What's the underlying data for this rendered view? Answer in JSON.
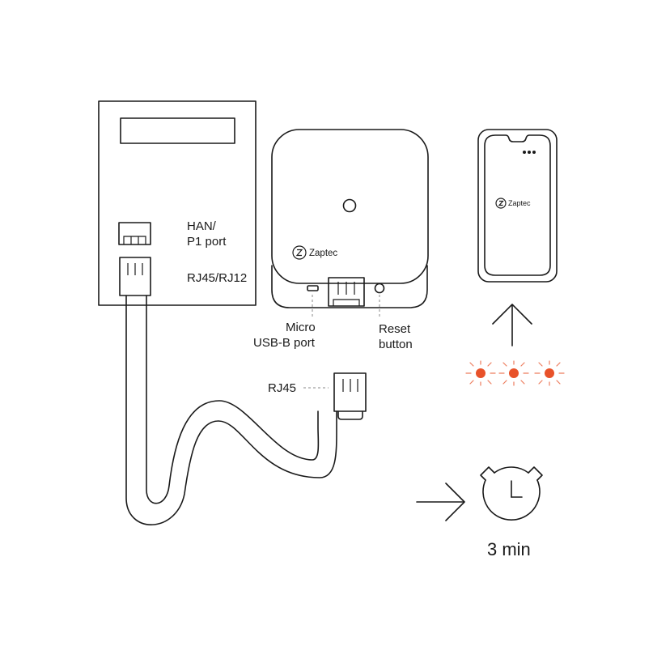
{
  "meter": {
    "han_port_label_line1": "HAN/",
    "han_port_label_line2": "P1 port",
    "rj_port_label": "RJ45/RJ12"
  },
  "device": {
    "brand": "Zaptec",
    "micro_usb_label_line1": "Micro",
    "micro_usb_label_line2": "USB-B port",
    "reset_label_line1": "Reset",
    "reset_label_line2": "button"
  },
  "cable": {
    "connector_label": "RJ45"
  },
  "phone": {
    "brand": "Zaptec"
  },
  "timer": {
    "duration_label": "3 min"
  },
  "colors": {
    "line": "#1a1a1a",
    "led": "#E8522A"
  },
  "icons": [
    "zaptec-logo-icon",
    "arrow-up-icon",
    "arrow-right-icon",
    "stopwatch-icon",
    "led-blink-icon"
  ]
}
